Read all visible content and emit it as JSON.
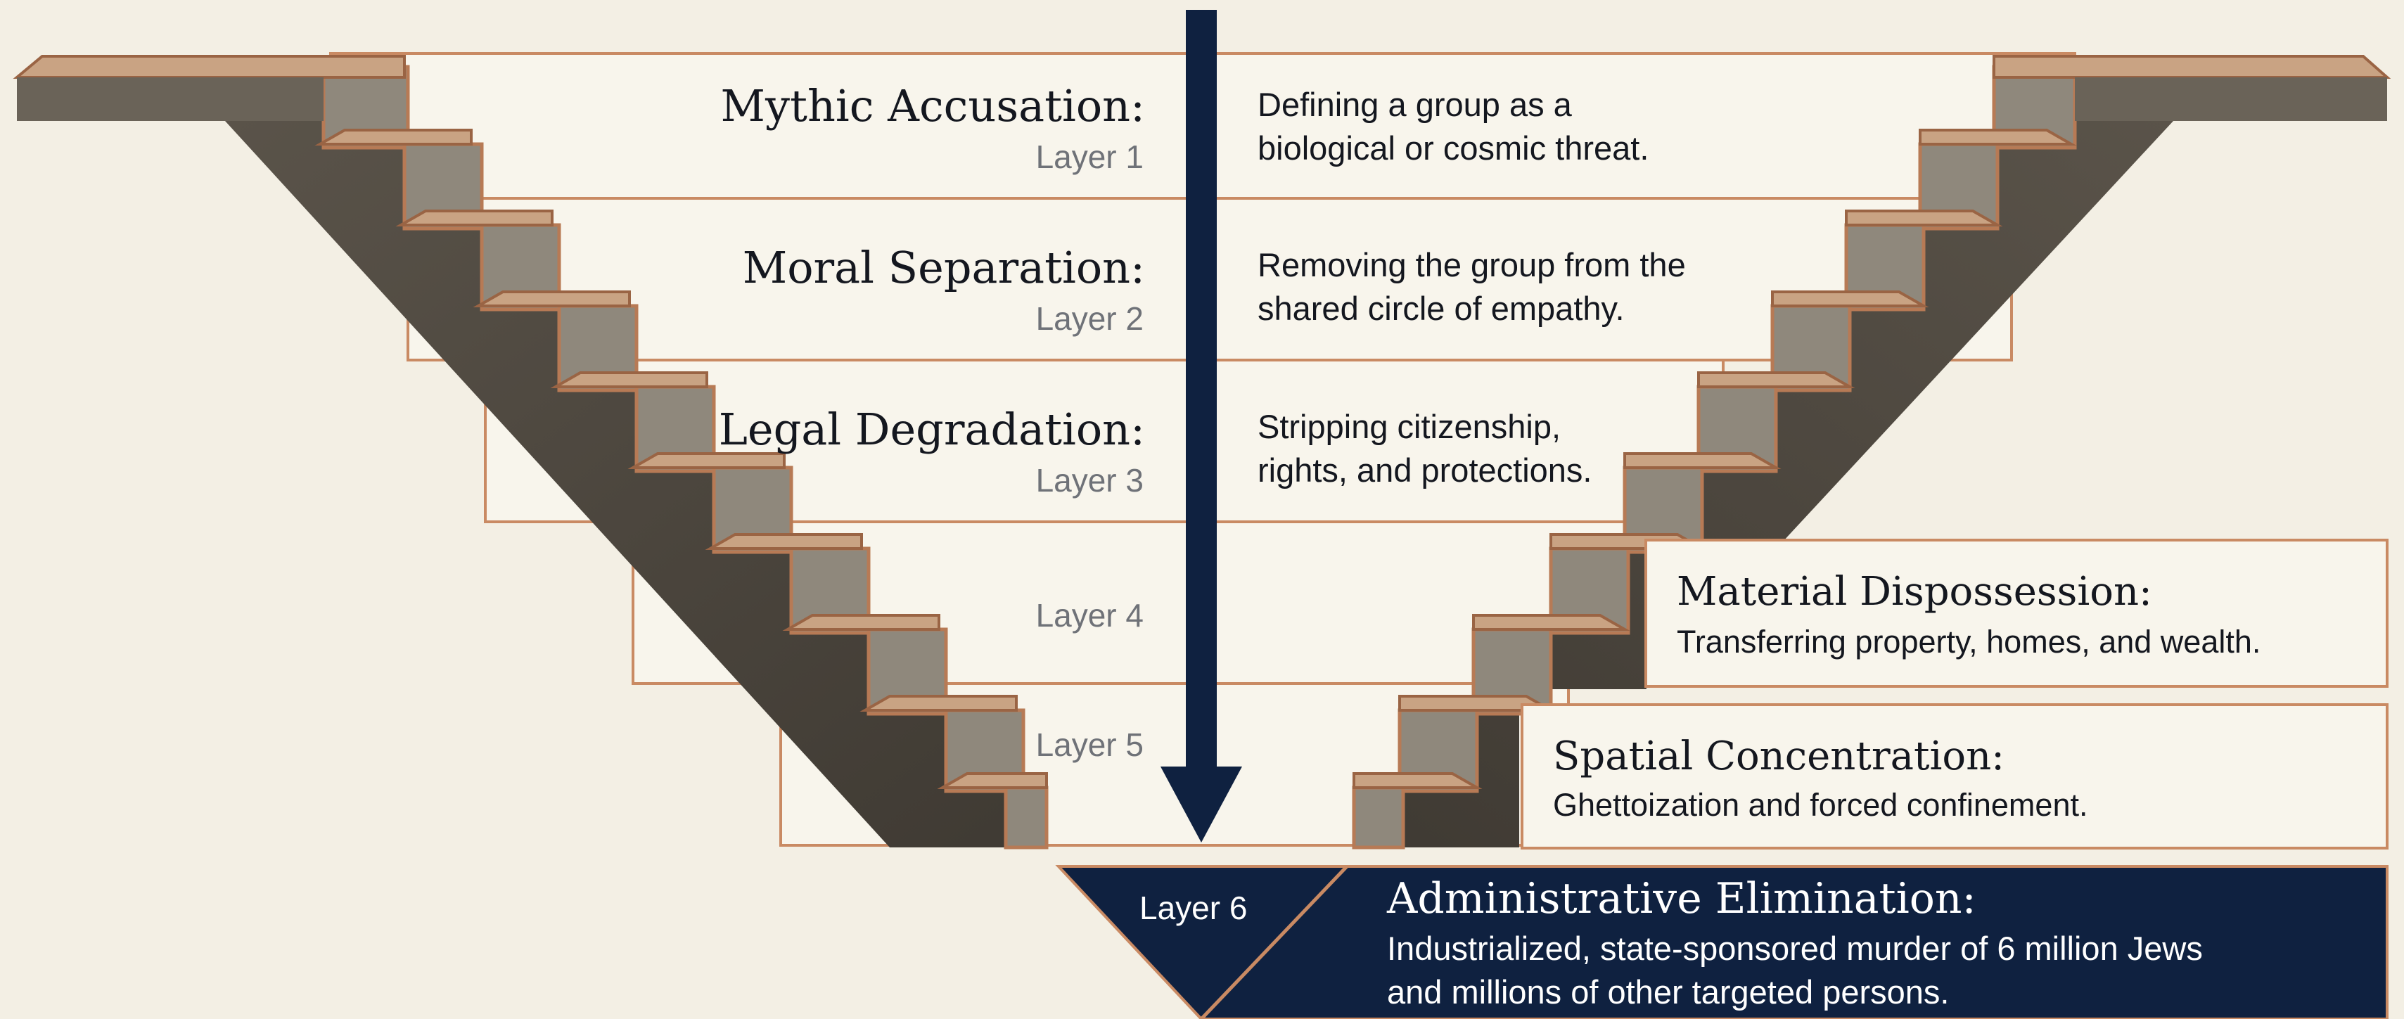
{
  "layers": [
    {
      "layer_label": "Layer 1",
      "title": "Mythic Accusation:",
      "description_lines": [
        "Defining a group as a",
        "biological or cosmic threat."
      ]
    },
    {
      "layer_label": "Layer 2",
      "title": "Moral Separation:",
      "description_lines": [
        "Removing the group from the",
        "shared circle of empathy."
      ]
    },
    {
      "layer_label": "Layer 3",
      "title": "Legal Degradation:",
      "description_lines": [
        "Stripping citizenship,",
        "rights, and protections."
      ]
    },
    {
      "layer_label": "Layer 4",
      "title": "Material Dispossession:",
      "description": "Transferring property, homes, and wealth."
    },
    {
      "layer_label": "Layer 5",
      "title": "Spatial Concentration:",
      "description": "Ghettoization and forced confinement."
    },
    {
      "layer_label": "Layer 6",
      "title": "Administrative Elimination:",
      "description_lines": [
        "Industrialized, state-sponsored murder of 6 million Jews",
        "and millions of other targeted persons."
      ]
    }
  ],
  "colors": {
    "background": "#f3efe4",
    "navy": "#0f2140",
    "stone": "#8a8377",
    "stone_dark": "#4a453e",
    "tread": "#c9a383",
    "copper": "#b77a55",
    "band": "#f8f5ec"
  }
}
